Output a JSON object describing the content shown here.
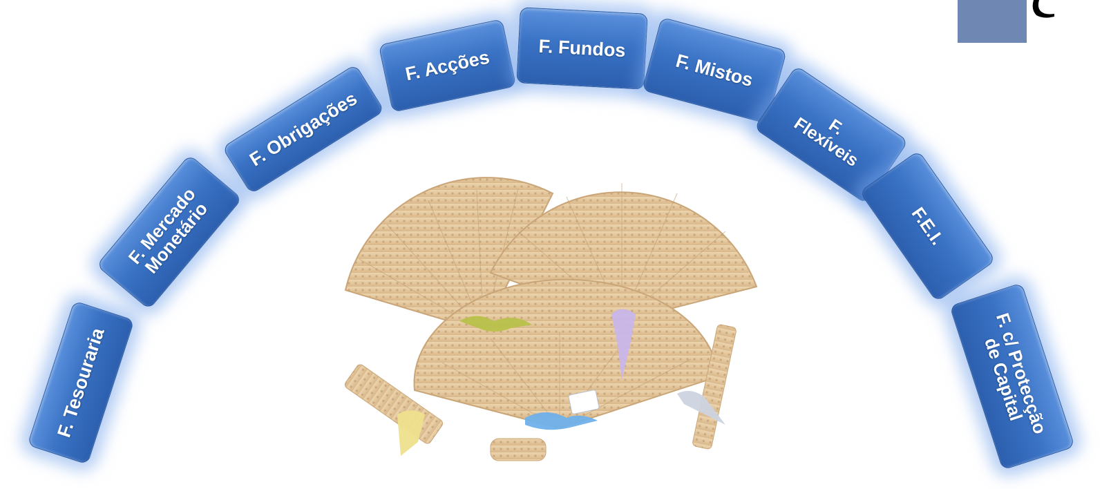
{
  "arc": {
    "items": [
      {
        "label": "F. Tesouraria"
      },
      {
        "label": "F. Mercado\nMonetário"
      },
      {
        "label": "F. Obrigações"
      },
      {
        "label": "F. Acções"
      },
      {
        "label": "F. Fundos"
      },
      {
        "label": "F. Mistos"
      },
      {
        "label": "F.\nFlexíveis"
      },
      {
        "label": "F.E.I."
      },
      {
        "label": "F. c/ Protecção\nde Capital"
      }
    ],
    "colors": {
      "block": "#3a72c4",
      "glow": "#78a5eb",
      "text": "#ffffff"
    }
  },
  "illustration": {
    "icon": "hand-fans-illustration",
    "colors": {
      "wood": "#e6c9a0",
      "ribbon_green": "#b5c04a",
      "ribbon_lilac": "#c7b3e6",
      "ribbon_yellow": "#efe08e",
      "ribbon_blue": "#6eaee8",
      "ribbon_grey": "#c9d0dc"
    }
  },
  "corner": {
    "icon": "decorative-corner-square",
    "color": "#6f87b3"
  }
}
